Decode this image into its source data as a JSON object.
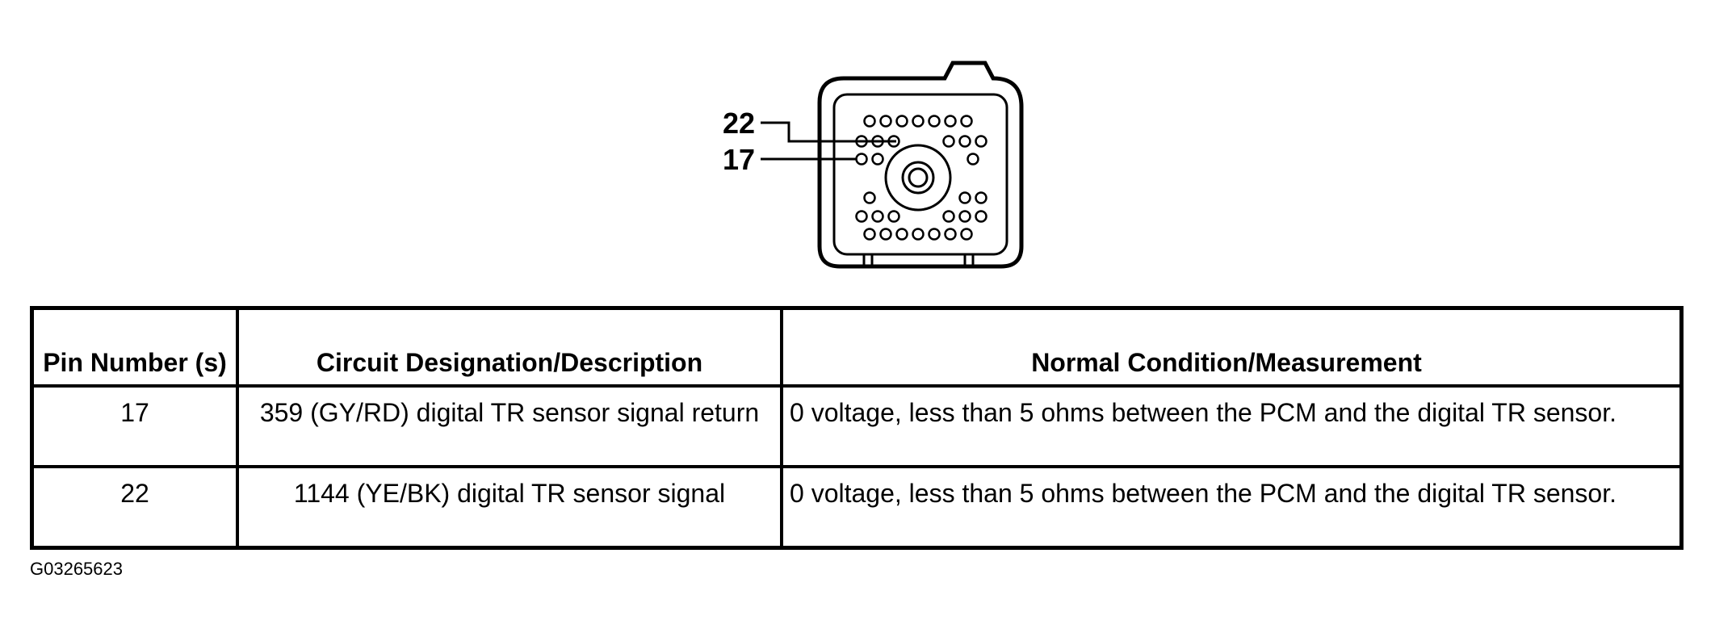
{
  "connector": {
    "callouts": [
      {
        "pin": "22"
      },
      {
        "pin": "17"
      }
    ]
  },
  "table": {
    "headers": {
      "pin": "Pin Number (s)",
      "circuit": "Circuit Designation/Description",
      "normal": "Normal Condition/Measurement"
    },
    "rows": [
      {
        "pin": "17",
        "circuit": "359 (GY/RD) digital TR sensor signal return",
        "normal": "0 voltage, less than 5 ohms between the PCM and the digital TR sensor."
      },
      {
        "pin": "22",
        "circuit": "1144 (YE/BK) digital TR sensor signal",
        "normal": "0 voltage, less than 5 ohms between the PCM and the digital TR sensor."
      }
    ]
  },
  "figure_id": "G03265623"
}
